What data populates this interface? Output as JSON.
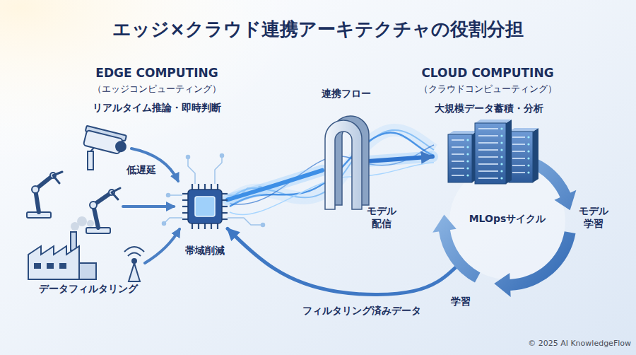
{
  "diagram": {
    "title": "エッジ×クラウド連携アーキテクチャの役割分担",
    "nodes": [
      {
        "text": [
          "帯域削減"
        ]
      },
      {
        "text": [
          "連携フロー"
        ]
      },
      {
        "text": [
          "大規模データ蓄積・分析"
        ]
      },
      {
        "text": [
          "MLOpsサイクル"
        ]
      }
    ],
    "edges": [
      {
        "from": 0,
        "to": 1,
        "arrow": "none"
      },
      {
        "from": 1,
        "to": 2,
        "arrow": "to"
      },
      {
        "from": 3,
        "to": 0,
        "label": "フィルタリング済みデータ",
        "arrow": "to"
      }
    ],
    "labels": [
      "EDGE COMPUTING",
      "（エッジコンピューティング）",
      "リアルタイム推論・即時判断",
      "低遅延",
      "データフィルタリング",
      "CLOUD COMPUTING",
      "（クラウドコンピューティング）",
      "モデル 配信",
      "モデル 学習",
      "学習",
      "© 2025 AI KnowledgeFlow"
    ]
  }
}
